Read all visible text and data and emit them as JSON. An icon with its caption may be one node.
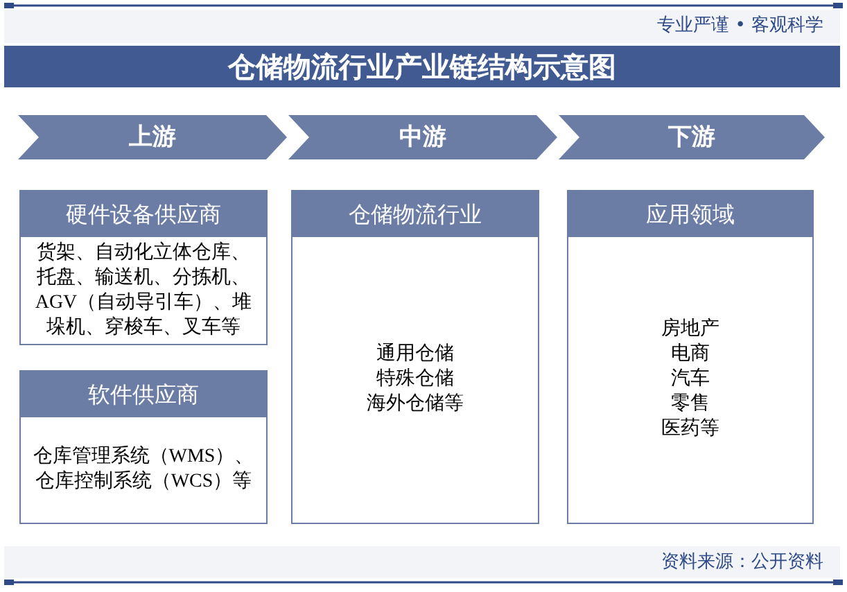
{
  "diagram": {
    "title": "仓储物流行业产业链结构示意图",
    "nodes": [
      {
        "text": [
          "上游"
        ]
      },
      {
        "text": [
          "中游"
        ]
      },
      {
        "text": [
          "下游"
        ]
      },
      {
        "text": [
          "硬件设备供应商",
          "货架、自动化立体仓库、托盘、输送机、分拣机、AGV（自动导引车）、堆垛机、穿梭车、叉车等"
        ]
      },
      {
        "text": [
          "软件供应商",
          "仓库管理系统（WMS）、仓库控制系统（WCS）等"
        ]
      },
      {
        "text": [
          "仓储物流行业",
          "通用仓储",
          "特殊仓储",
          "海外仓储等"
        ]
      },
      {
        "text": [
          "应用领域",
          "房地产",
          "电商",
          "汽车",
          "零售",
          "医药等"
        ]
      }
    ],
    "labels": [
      "专业严谨 • 客观科学",
      "资料来源：公开资料"
    ]
  }
}
